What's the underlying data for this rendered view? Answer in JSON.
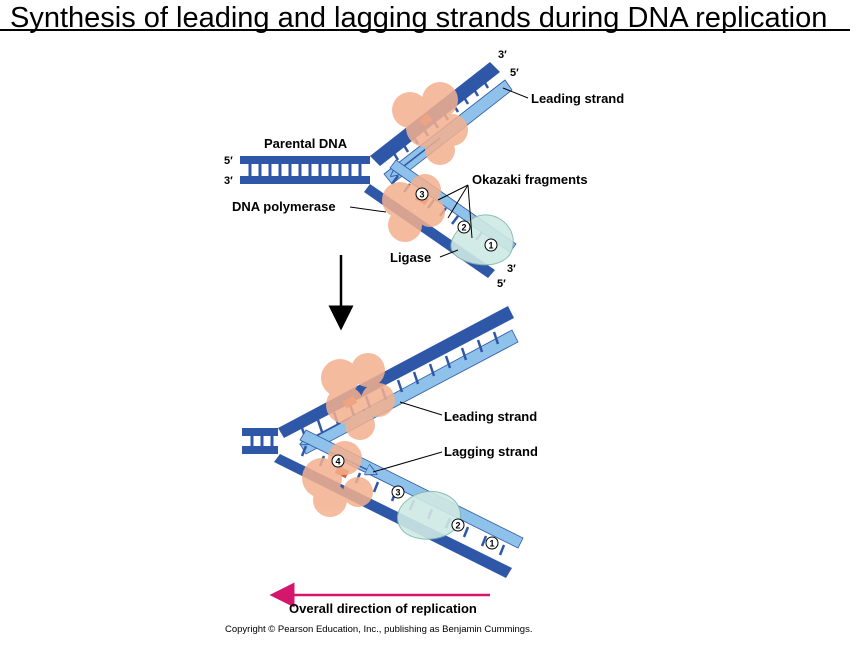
{
  "title": "Synthesis of leading and lagging strands during DNA replication",
  "top_panel": {
    "parental_dna": "Parental DNA",
    "leading_strand": "Leading strand",
    "okazaki_fragments": "Okazaki fragments",
    "dna_polymerase": "DNA polymerase",
    "ligase": "Ligase",
    "end_5_left": "5′",
    "end_3_left": "3′",
    "end_3_top": "3′",
    "end_5_top": "5′",
    "end_3_bottom": "3′",
    "end_5_bottom": "5′",
    "fragment_numbers": [
      "3",
      "2",
      "1"
    ]
  },
  "bottom_panel": {
    "leading_strand": "Leading strand",
    "lagging_strand": "Lagging strand",
    "fragment_numbers": [
      "4",
      "3",
      "2",
      "1"
    ]
  },
  "overall_direction": "Overall direction of replication",
  "copyright": "Copyright © Pearson Education, Inc., publishing as Benjamin Cummings.",
  "colors": {
    "parental_strand": "#2f57a8",
    "new_strand": "#8fc2ea",
    "polymerase": "#f4b08e",
    "ligase": "#cfe9e4",
    "primer": "#d9603a",
    "direction_arrow": "#d4176d"
  }
}
